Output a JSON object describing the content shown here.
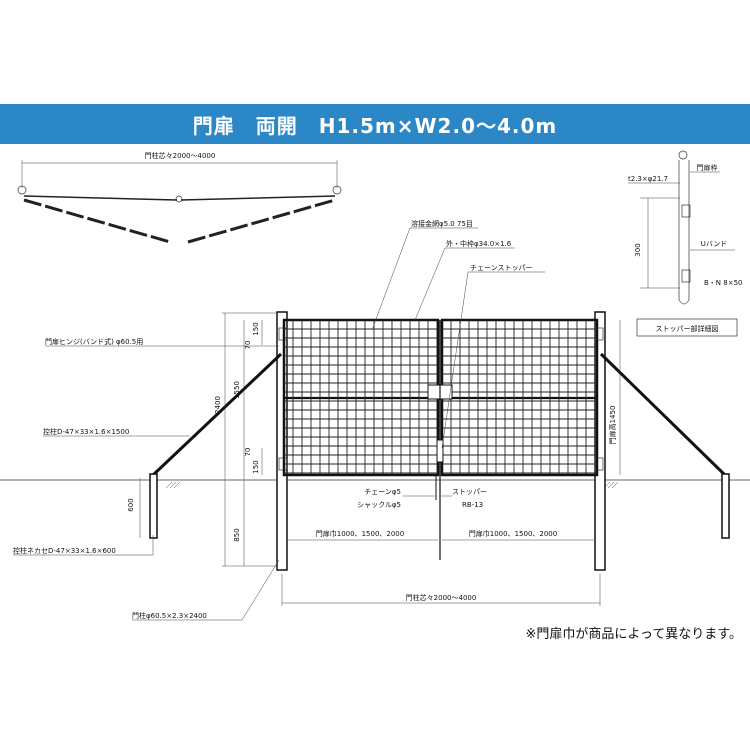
{
  "title": "門扉　両開　H1.5m×W2.0～4.0m",
  "footnote": "※門扉巾が商品によって異なります。",
  "plan_view": {
    "dimension": "門柱芯々2000～4000"
  },
  "detail_view": {
    "label_frame": "門扉枠",
    "label_pipe": "t2.3×φ21.7",
    "label_band": "Uバンド",
    "label_bolt": "B・N 8×50",
    "label_height": "300",
    "caption": "ストッパー部詳細図"
  },
  "elevation": {
    "label_mesh": "溶接金網φ5.0 75目",
    "label_frame": "外・中枠φ34.0×1.6",
    "label_stopper": "チェーンストッパー",
    "label_hinge": "門扉ヒンジ(バンド式) φ60.5用",
    "label_brace": "控柱D-47×33×1.6×1500",
    "label_anchor": "控柱ネカセD-47×33×1.6×600",
    "label_post": "門柱φ60.5×2.3×2400",
    "label_chain": "チェーンφ5",
    "label_shackle": "シャックルφ5",
    "label_stopper2": "ストッパー",
    "label_rb": "RB-13",
    "label_gate_width_left": "門扉巾1000、1500、2000",
    "label_gate_width_right": "門扉巾1000、1500、2000",
    "label_post_pitch": "門柱芯々2000～4000",
    "label_gate_height": "門扉高1450",
    "dim_2400": "2400",
    "dim_1550": "1550",
    "dim_850": "850",
    "dim_600": "600",
    "dim_top_70": "70",
    "dim_top_150": "150",
    "dim_bot_150": "150",
    "dim_bot_70": "70"
  }
}
